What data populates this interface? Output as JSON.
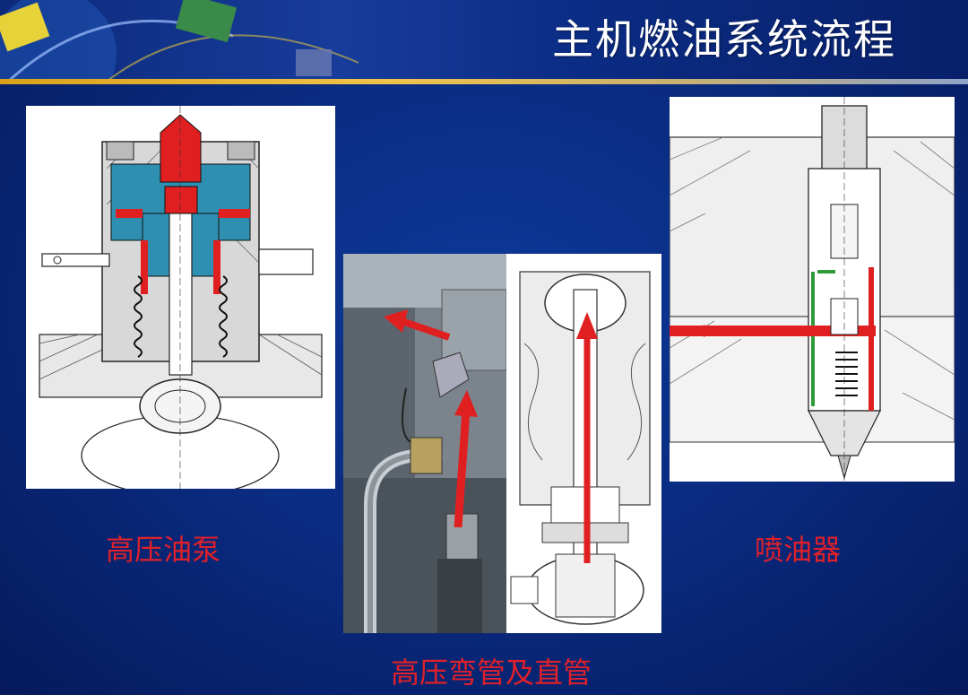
{
  "header": {
    "title": "主机燃油系统流程"
  },
  "captions": {
    "pump": "高压油泵",
    "pipes": "高压弯管及直管",
    "injector": "喷油器"
  },
  "colors": {
    "background": "#0a2c82",
    "accent_line": "#f0c34a",
    "caption": "#e0202a",
    "fuel_flow": "#e02020",
    "oil_cavity": "#2f8fb0",
    "spring_channel": "#2e9a3a"
  },
  "icons": {
    "flow_arrow": "red-arrow-icon"
  }
}
